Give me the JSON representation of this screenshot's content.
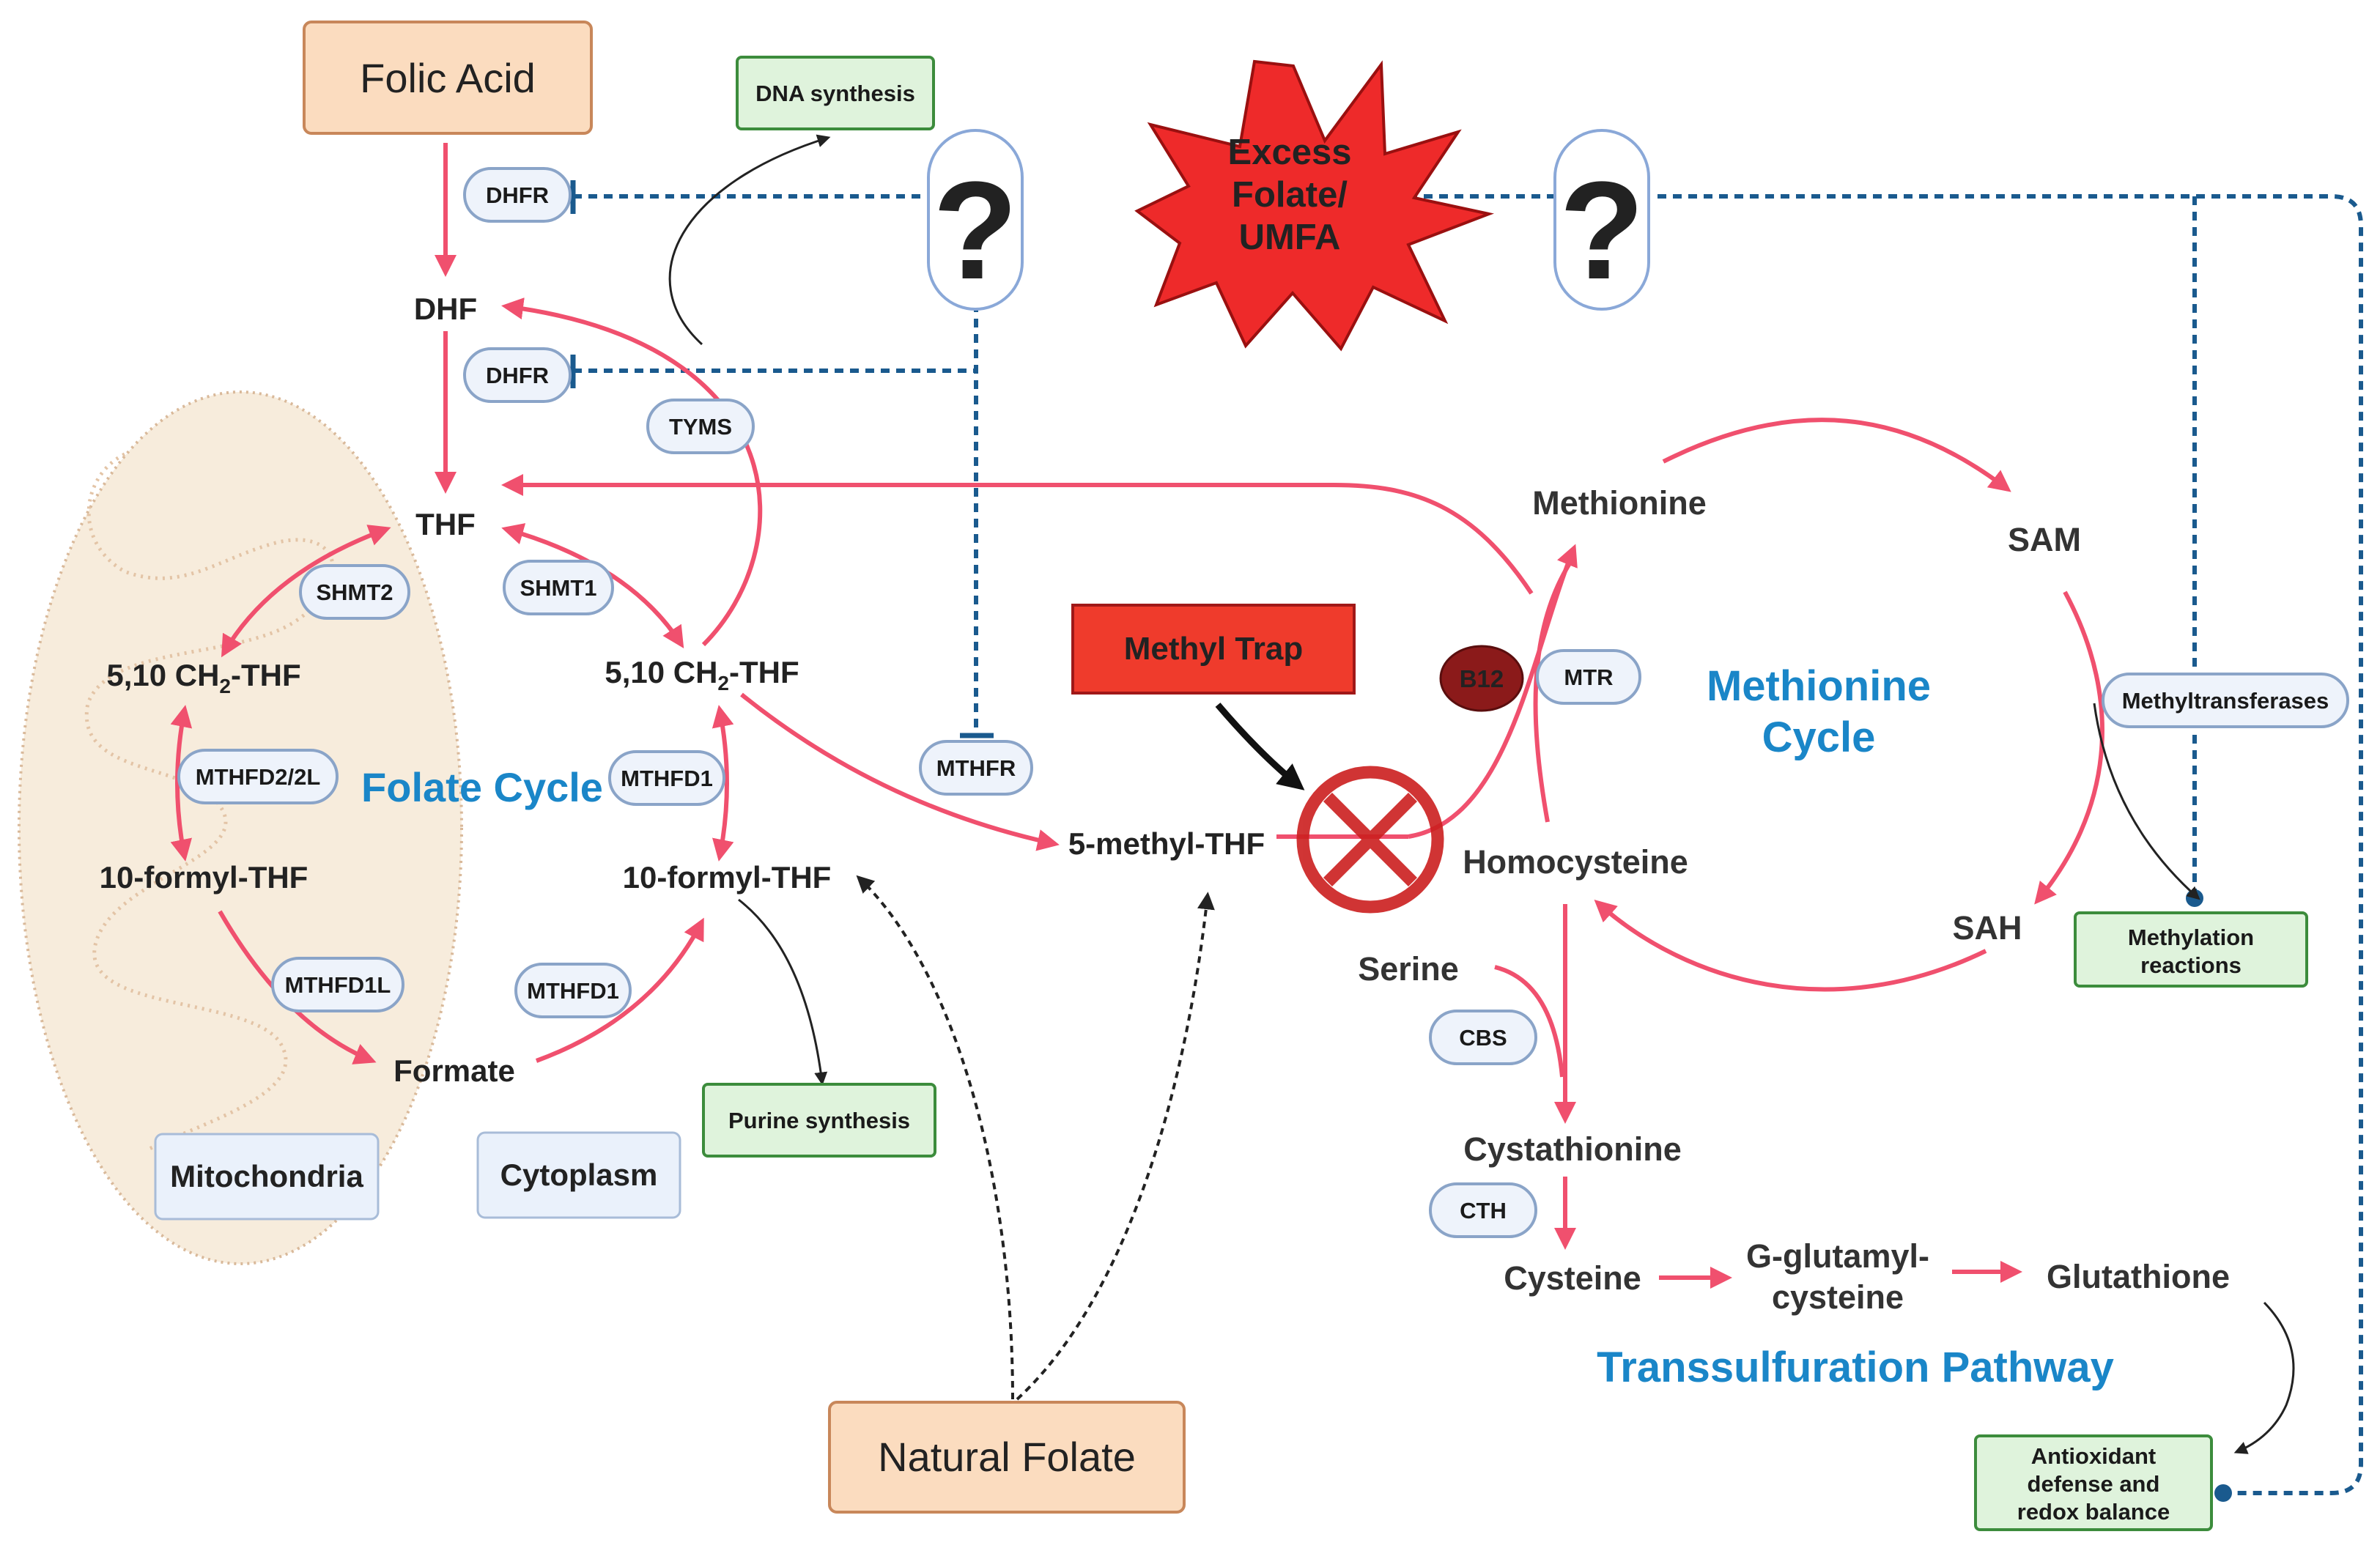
{
  "sources": {
    "folic_acid": "Folic Acid",
    "natural_folate": "Natural Folate",
    "excess_folate_line1": "Excess",
    "excess_folate_line2": "Folate/",
    "excess_folate_line3": "UMFA",
    "methyl_trap": "Methyl Trap",
    "unknown_mark": "?"
  },
  "metabolites": {
    "dhf": "DHF",
    "thf": "THF",
    "mito_ch2_thf_prefix": "5,10 CH",
    "mito_ch2_thf_sub": "2",
    "mito_ch2_thf_suffix": "-THF",
    "cyto_ch2_thf_prefix": "5,10 CH",
    "cyto_ch2_thf_sub": "2",
    "cyto_ch2_thf_suffix": "-THF",
    "mito_formyl_thf": "10-formyl-THF",
    "cyto_formyl_thf": "10-formyl-THF",
    "formate": "Formate",
    "methyl_thf": "5-methyl-THF",
    "methionine": "Methionine",
    "sam": "SAM",
    "sah": "SAH",
    "homocysteine": "Homocysteine",
    "serine": "Serine",
    "cystathionine": "Cystathionine",
    "cysteine": "Cysteine",
    "gglut_line1": "G-glutamyl-",
    "gglut_line2": "cysteine",
    "glutathione": "Glutathione"
  },
  "enzymes": {
    "dhfr_top": "DHFR",
    "dhfr_mid": "DHFR",
    "tyms": "TYMS",
    "shmt2": "SHMT2",
    "shmt1": "SHMT1",
    "mthfd2": "MTHFD2/2L",
    "mthfd1_upper": "MTHFD1",
    "mthfd1l": "MTHFD1L",
    "mthfd1_lower": "MTHFD1",
    "mthfr": "MTHFR",
    "mtr": "MTR",
    "b12": "B12",
    "methyltransferases": "Methyltransferases",
    "cbs": "CBS",
    "cth": "CTH"
  },
  "outputs": {
    "dna_synthesis": "DNA synthesis",
    "purine_synthesis": "Purine synthesis",
    "methylation_line1": "Methylation",
    "methylation_line2": "reactions",
    "antioxidant_line1": "Antioxidant",
    "antioxidant_line2": "defense and",
    "antioxidant_line3": "redox balance"
  },
  "compartments": {
    "mitochondria": "Mitochondria",
    "cytoplasm": "Cytoplasm"
  },
  "pathway_titles": {
    "folate_cycle": "Folate Cycle",
    "methionine_cycle_line1": "Methionine",
    "methionine_cycle_line2": "Cycle",
    "transsulfuration": "Transsulfuration Pathway"
  },
  "colors": {
    "pathway_arrow": "#f0506e",
    "inhibition_line": "#1a5a8e",
    "title_blue": "#1a86c8",
    "enzyme_fill": "#eef3fb",
    "enzyme_stroke": "#8aa4c8",
    "source_fill": "#fbdcbf",
    "source_stroke": "#c8875a",
    "output_fill": "#dff3dc",
    "output_stroke": "#3c8c3c",
    "burst_fill": "#ee2a2a",
    "methyl_trap_fill": "#ef3b2c",
    "b12_fill": "#8b1a1a",
    "mitochondria_fill": "#f7ecdc"
  }
}
